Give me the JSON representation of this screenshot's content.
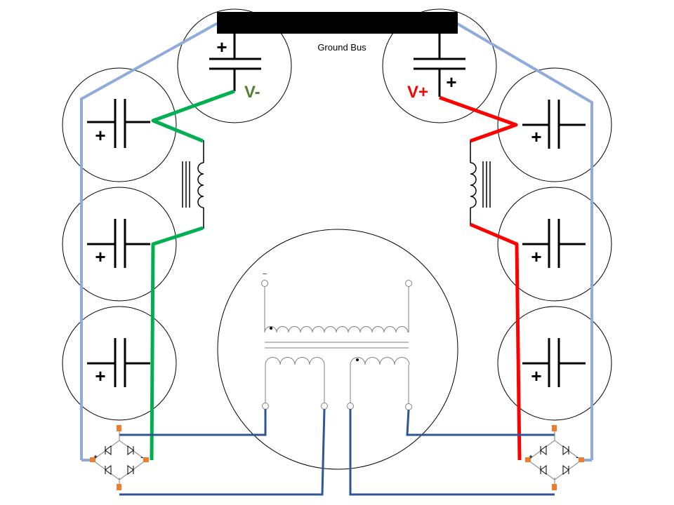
{
  "labels": {
    "ground_bus": "Ground Bus",
    "v_minus": "V-",
    "v_plus": "V+",
    "plus": "+",
    "minus": "–",
    "minus_small": "-"
  },
  "colors": {
    "ground_wire": "#8faadc",
    "negative_rail": "#00b050",
    "positive_rail": "#ff0000",
    "ac_wire": "#2f5597",
    "bus_bar": "#000000",
    "terminal": "#ed7d31",
    "v_minus_text": "#538135",
    "v_plus_text": "#ff0000",
    "component": "#000000",
    "transformer": "#7f7f7f"
  }
}
